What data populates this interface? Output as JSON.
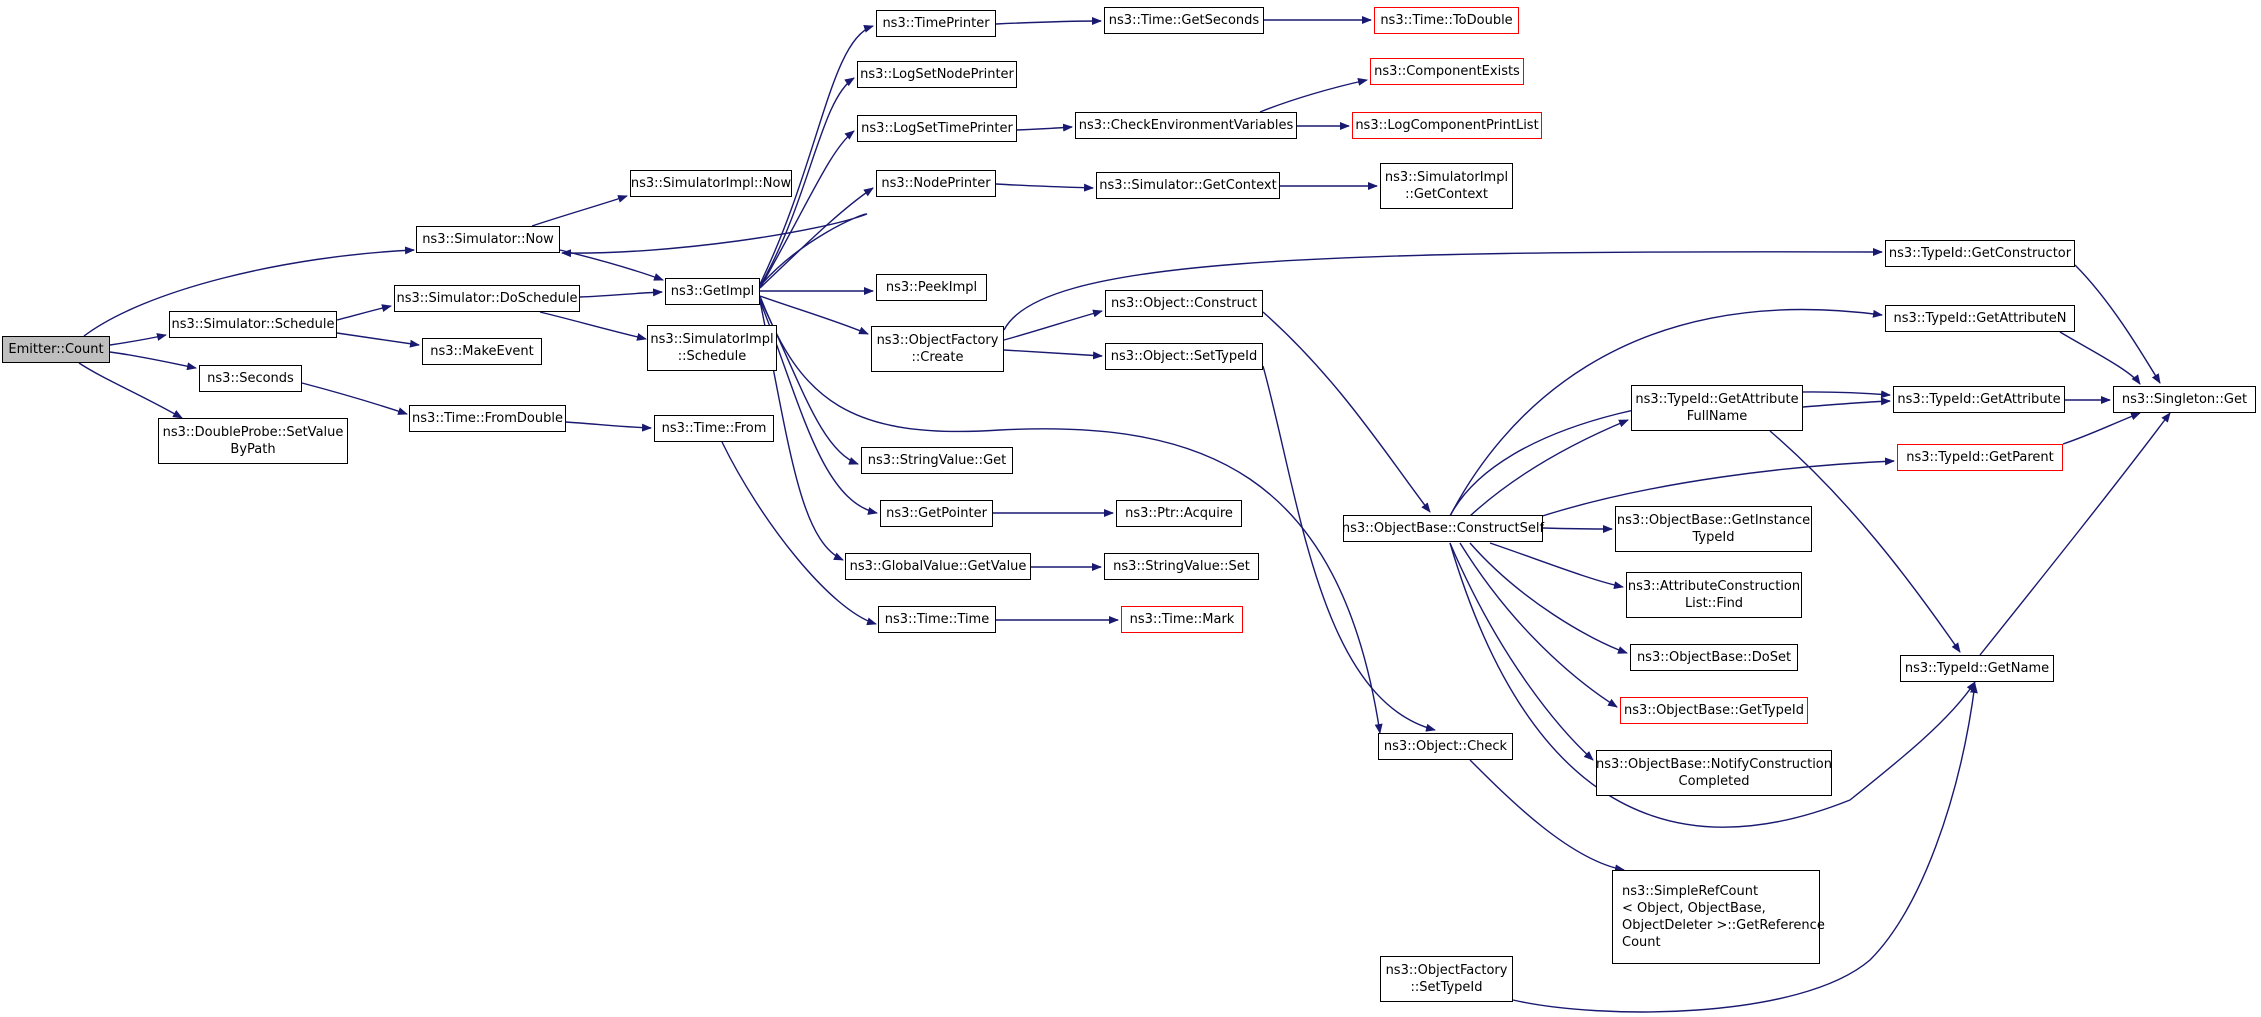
{
  "colors": {
    "edge": "#191970",
    "border": "#000000",
    "incomplete_border": "#ff0000",
    "root_fill": "#bfbfbf"
  },
  "nodes": [
    {
      "id": "emitter_count",
      "lines": [
        "Emitter::Count"
      ]
    },
    {
      "id": "sim_now",
      "lines": [
        "ns3::Simulator::Now"
      ]
    },
    {
      "id": "sim_schedule",
      "lines": [
        "ns3::Simulator::Schedule"
      ]
    },
    {
      "id": "seconds",
      "lines": [
        "ns3::Seconds"
      ]
    },
    {
      "id": "dprobe",
      "lines": [
        "ns3::DoubleProbe::SetValue",
        "ByPath"
      ]
    },
    {
      "id": "simimpl_now",
      "lines": [
        "ns3::SimulatorImpl::Now"
      ]
    },
    {
      "id": "getimpl",
      "lines": [
        "ns3::GetImpl"
      ]
    },
    {
      "id": "doschedule",
      "lines": [
        "ns3::Simulator::DoSchedule"
      ]
    },
    {
      "id": "makeevent",
      "lines": [
        "ns3::MakeEvent"
      ]
    },
    {
      "id": "simimpl_sched",
      "lines": [
        "ns3::SimulatorImpl",
        "::Schedule"
      ]
    },
    {
      "id": "fromdouble",
      "lines": [
        "ns3::Time::FromDouble"
      ]
    },
    {
      "id": "timefrom",
      "lines": [
        "ns3::Time::From"
      ]
    },
    {
      "id": "timeprinter",
      "lines": [
        "ns3::TimePrinter"
      ]
    },
    {
      "id": "logsetnode",
      "lines": [
        "ns3::LogSetNodePrinter"
      ]
    },
    {
      "id": "logsettime",
      "lines": [
        "ns3::LogSetTimePrinter"
      ]
    },
    {
      "id": "nodeprinter",
      "lines": [
        "ns3::NodePrinter"
      ]
    },
    {
      "id": "peekimpl",
      "lines": [
        "ns3::PeekImpl"
      ]
    },
    {
      "id": "objfactory_create",
      "lines": [
        "ns3::ObjectFactory",
        "::Create"
      ]
    },
    {
      "id": "stringvalue_get",
      "lines": [
        "ns3::StringValue::Get"
      ]
    },
    {
      "id": "getpointer",
      "lines": [
        "ns3::GetPointer"
      ]
    },
    {
      "id": "globalvalue",
      "lines": [
        "ns3::GlobalValue::GetValue"
      ]
    },
    {
      "id": "timetime",
      "lines": [
        "ns3::Time::Time"
      ]
    },
    {
      "id": "getseconds",
      "lines": [
        "ns3::Time::GetSeconds"
      ]
    },
    {
      "id": "checkenv",
      "lines": [
        "ns3::CheckEnvironmentVariables"
      ]
    },
    {
      "id": "sim_getcontext",
      "lines": [
        "ns3::Simulator::GetContext"
      ]
    },
    {
      "id": "obj_construct",
      "lines": [
        "ns3::Object::Construct"
      ]
    },
    {
      "id": "obj_settypeid",
      "lines": [
        "ns3::Object::SetTypeId"
      ]
    },
    {
      "id": "ptr_acquire",
      "lines": [
        "ns3::Ptr::Acquire"
      ]
    },
    {
      "id": "stringvalue_set",
      "lines": [
        "ns3::StringValue::Set"
      ]
    },
    {
      "id": "timemark",
      "lines": [
        "ns3::Time::Mark"
      ],
      "red": true
    },
    {
      "id": "todouble",
      "lines": [
        "ns3::Time::ToDouble"
      ],
      "red": true
    },
    {
      "id": "compexists",
      "lines": [
        "ns3::ComponentExists"
      ],
      "red": true
    },
    {
      "id": "logcomplist",
      "lines": [
        "ns3::LogComponentPrintList"
      ],
      "red": true
    },
    {
      "id": "simimpl_getctx",
      "lines": [
        "ns3::SimulatorImpl",
        "::GetContext"
      ]
    },
    {
      "id": "constructself",
      "lines": [
        "ns3::ObjectBase::ConstructSelf"
      ]
    },
    {
      "id": "obj_check",
      "lines": [
        "ns3::Object::Check"
      ]
    },
    {
      "id": "objfactory_settid",
      "lines": [
        "ns3::ObjectFactory",
        "::SetTypeId"
      ]
    },
    {
      "id": "tid_getconstructor",
      "lines": [
        "ns3::TypeId::GetConstructor"
      ]
    },
    {
      "id": "tid_getattrn",
      "lines": [
        "ns3::TypeId::GetAttributeN"
      ]
    },
    {
      "id": "tid_getattrfull",
      "lines": [
        "ns3::TypeId::GetAttribute",
        "FullName"
      ]
    },
    {
      "id": "tid_getattr",
      "lines": [
        "ns3::TypeId::GetAttribute"
      ]
    },
    {
      "id": "tid_getparent",
      "lines": [
        "ns3::TypeId::GetParent"
      ],
      "red": true
    },
    {
      "id": "singleton_get",
      "lines": [
        "ns3::Singleton::Get"
      ]
    },
    {
      "id": "getinstancetid",
      "lines": [
        "ns3::ObjectBase::GetInstance",
        "TypeId"
      ]
    },
    {
      "id": "attrconstfind",
      "lines": [
        "ns3::AttributeConstruction",
        "List::Find"
      ]
    },
    {
      "id": "doset",
      "lines": [
        "ns3::ObjectBase::DoSet"
      ]
    },
    {
      "id": "objbase_gettid",
      "lines": [
        "ns3::ObjectBase::GetTypeId"
      ],
      "red": true
    },
    {
      "id": "notifyconst",
      "lines": [
        "ns3::ObjectBase::NotifyConstruction",
        "Completed"
      ]
    },
    {
      "id": "tid_getname",
      "lines": [
        "ns3::TypeId::GetName"
      ]
    },
    {
      "id": "simplerefcount",
      "lines": [
        "ns3::SimpleRefCount",
        "< Object, ObjectBase,",
        "ObjectDeleter >::GetReference",
        "Count"
      ],
      "left": true
    }
  ]
}
